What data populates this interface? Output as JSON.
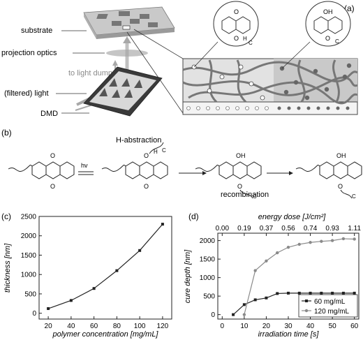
{
  "panel_a": {
    "tag": "(a)",
    "labels": {
      "substrate": "substrate",
      "projection_optics": "projection optics",
      "light_dump": "to light dump",
      "filtered_light": "(filtered) light",
      "dmd": "DMD"
    },
    "molecule_oh": "OH",
    "molecule_o": "O",
    "molecule_h": "H",
    "molecule_c": "C"
  },
  "panel_b": {
    "tag": "(b)",
    "h_abstraction": "H-abstraction",
    "hv": "hv",
    "recombination": "recombination",
    "oh": "OH",
    "o": "O",
    "h": "H",
    "c": "C"
  },
  "panel_c": {
    "tag": "(c)"
  },
  "panel_d": {
    "tag": "(d)"
  },
  "chart_data": [
    {
      "type": "line",
      "x": [
        20,
        40,
        60,
        80,
        100,
        120
      ],
      "series": [
        {
          "values": [
            120,
            330,
            640,
            1100,
            1620,
            2300
          ]
        }
      ],
      "xlabel": "polymer concentration [mg/mL]",
      "ylabel": "thickness [nm]",
      "xticks": [
        "20",
        "40",
        "60",
        "80",
        "100",
        "120"
      ],
      "yticks": [
        "0",
        "500",
        "1000",
        "1500",
        "2000",
        "2500"
      ],
      "xlim": [
        12,
        128
      ],
      "ylim": [
        -150,
        2500
      ],
      "color": "#222222"
    },
    {
      "type": "line",
      "x": [
        5,
        10,
        15,
        20,
        25,
        30,
        35,
        40,
        45,
        50,
        55,
        60
      ],
      "series": [
        {
          "name": "60 mg/mL",
          "color": "#222222",
          "values": [
            0,
            270,
            400,
            450,
            570,
            580,
            580,
            580,
            580,
            580,
            580,
            580
          ]
        },
        {
          "name": "120 mg/mL",
          "color": "#8a8a8a",
          "values": [
            null,
            0,
            1190,
            1450,
            1670,
            1820,
            1900,
            1950,
            1980,
            2000,
            2050,
            2040
          ]
        }
      ],
      "xlabel": "irradiation time [s]",
      "ylabel": "cure depth [nm]",
      "top_xlabel": "energy dose [J/cm²]",
      "xticks": [
        "0",
        "10",
        "20",
        "30",
        "40",
        "50",
        "60"
      ],
      "top_xticks": [
        "0.00",
        "0.19",
        "0.37",
        "0.56",
        "0.74",
        "0.93",
        "1.11"
      ],
      "yticks": [
        "0",
        "500",
        "1000",
        "1500",
        "2000"
      ],
      "xlim": [
        -2,
        62
      ],
      "ylim": [
        -120,
        2200
      ],
      "legend": "bottom-right"
    }
  ]
}
